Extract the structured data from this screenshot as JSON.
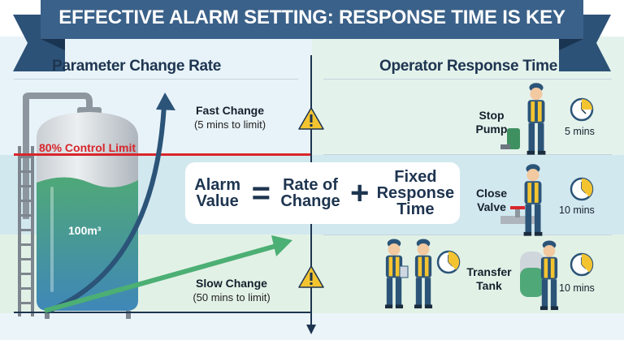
{
  "title": "EFFECTIVE ALARM SETTING: RESPONSE TIME IS KEY",
  "left_heading": "Parameter Change Rate",
  "right_heading": "Operator Response Time",
  "control_limit": "80% Control Limit",
  "tank_volume": "100m³",
  "fast_change": {
    "label": "Fast Change",
    "detail": "(5 mins to limit)"
  },
  "slow_change": {
    "label": "Slow Change",
    "detail": "(50 mins to limit)"
  },
  "formula": {
    "term1": "Alarm Value",
    "equals": "=",
    "term2": "Rate of Change",
    "plus": "+",
    "term3": "Fixed Response Time"
  },
  "actions": [
    {
      "label": "Stop Pump",
      "time": "5 mins",
      "clock_fraction": 0.25
    },
    {
      "label": "Close Valve",
      "time": "10 mins",
      "clock_fraction": 0.42
    },
    {
      "label": "Transfer Tank",
      "time": "10 mins",
      "clock_fraction": 0.42
    }
  ],
  "colors": {
    "banner": "#3a6189",
    "banner_dark": "#234466",
    "text": "#1e3550",
    "limit": "#d8262c",
    "fast_arrow": "#2b5478",
    "slow_arrow": "#4caf74",
    "warning": "#f4c430"
  }
}
